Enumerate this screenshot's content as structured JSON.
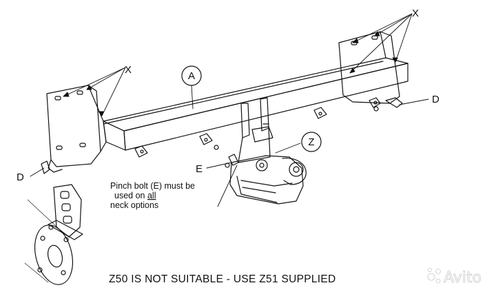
{
  "labels": {
    "a": "A",
    "x_left": "X",
    "x_right": "X",
    "d_left": "D",
    "d_right": "D",
    "e": "E",
    "z": "Z"
  },
  "note": {
    "line1": "Pinch bolt (E) must be",
    "line2_pre": "used on ",
    "line2_em": "all",
    "line3": "neck options"
  },
  "bottom_note": "Z50 IS NOT SUITABLE - USE Z51 SUPPLIED",
  "watermark": "Avito",
  "colors": {
    "ink": "#111111",
    "watermark": "#c9c9c9"
  }
}
